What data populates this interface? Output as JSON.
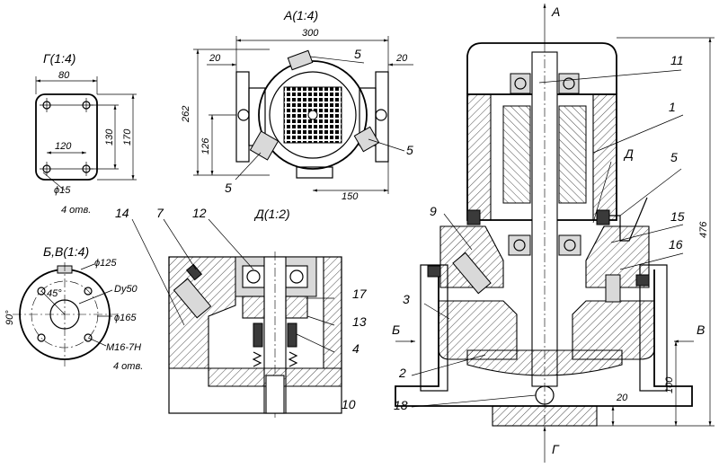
{
  "views": {
    "view_a": "А(1:4)",
    "view_g": "Г(1:4)",
    "view_bv": "Б,В(1:4)",
    "view_d": "Д(1:2)"
  },
  "section_markers": {
    "a": "А",
    "g": "Г",
    "b": "Б",
    "v": "В",
    "d": "Д"
  },
  "dimensions": {
    "a_300": "300",
    "a_20_left": "20",
    "a_5_top": "5",
    "a_20_right": "20",
    "a_262": "262",
    "a_126": "126",
    "a_150": "150",
    "a_5_left": "5",
    "a_5_right": "5",
    "g_80": "80",
    "g_120": "120",
    "g_130": "130",
    "g_170": "170",
    "g_hole_d": "ϕ15",
    "g_holes": "4 отв.",
    "bv_d125": "ϕ125",
    "bv_45": "45°",
    "bv_dn": "Dy50",
    "bv_d165": "ϕ165",
    "bv_90": "90°",
    "bv_thread": "M16-7H",
    "bv_holes": "4 отв.",
    "main_476": "476",
    "main_100": "100",
    "main_20": "20"
  },
  "callouts": {
    "d_14": "14",
    "d_7": "7",
    "d_12": "12",
    "d_17": "17",
    "d_13": "13",
    "d_4": "4",
    "d_10": "10",
    "m_11": "11",
    "m_1": "1",
    "m_5": "5",
    "m_9": "9",
    "m_15": "15",
    "m_16": "16",
    "m_3": "3",
    "m_2": "2",
    "m_18": "18"
  }
}
